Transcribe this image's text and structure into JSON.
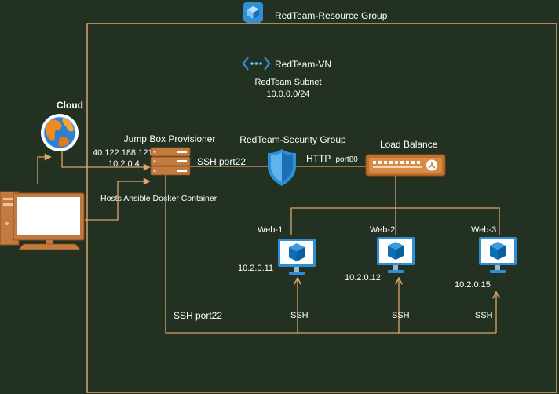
{
  "title": "RedTeam-Resource Group",
  "vnet": {
    "label": "RedTeam-VN",
    "subnet_label": "RedTeam Subnet",
    "subnet_cidr": "10.0.0.0/24"
  },
  "cloud": {
    "label": "Cloud"
  },
  "jump_box": {
    "label": "Jump Box Provisioner",
    "public_ip": "40.122.188.121",
    "private_ip": "10.2.0.4",
    "caption": "Hosts Ansible Docker Container"
  },
  "security_group": {
    "label": "RedTeam-Security Group"
  },
  "load_balancer": {
    "label": "Load Balance"
  },
  "links": {
    "ssh_port22": "SSH port22",
    "http_main": "HTTP",
    "http_port": "port80",
    "ssh_bottom": "SSH port22"
  },
  "web_servers": [
    {
      "name": "Web-1",
      "ip": "10.2.0.11",
      "link": "SSH"
    },
    {
      "name": "Web-2",
      "ip": "10.2.0.12",
      "link": "SSH"
    },
    {
      "name": "Web-3",
      "ip": "10.2.0.15",
      "link": "SSH"
    }
  ],
  "colors": {
    "background": "#223122",
    "connector": "#e0a46b",
    "server": "#c27a3e",
    "azure_blue": "#2f8fd6",
    "cube": "#0b6fb5"
  },
  "icons": [
    "resource-group-icon",
    "vnet-icon",
    "globe-icon",
    "server-icon",
    "shield-icon",
    "load-balancer-icon",
    "vm-icon",
    "workstation-icon"
  ]
}
